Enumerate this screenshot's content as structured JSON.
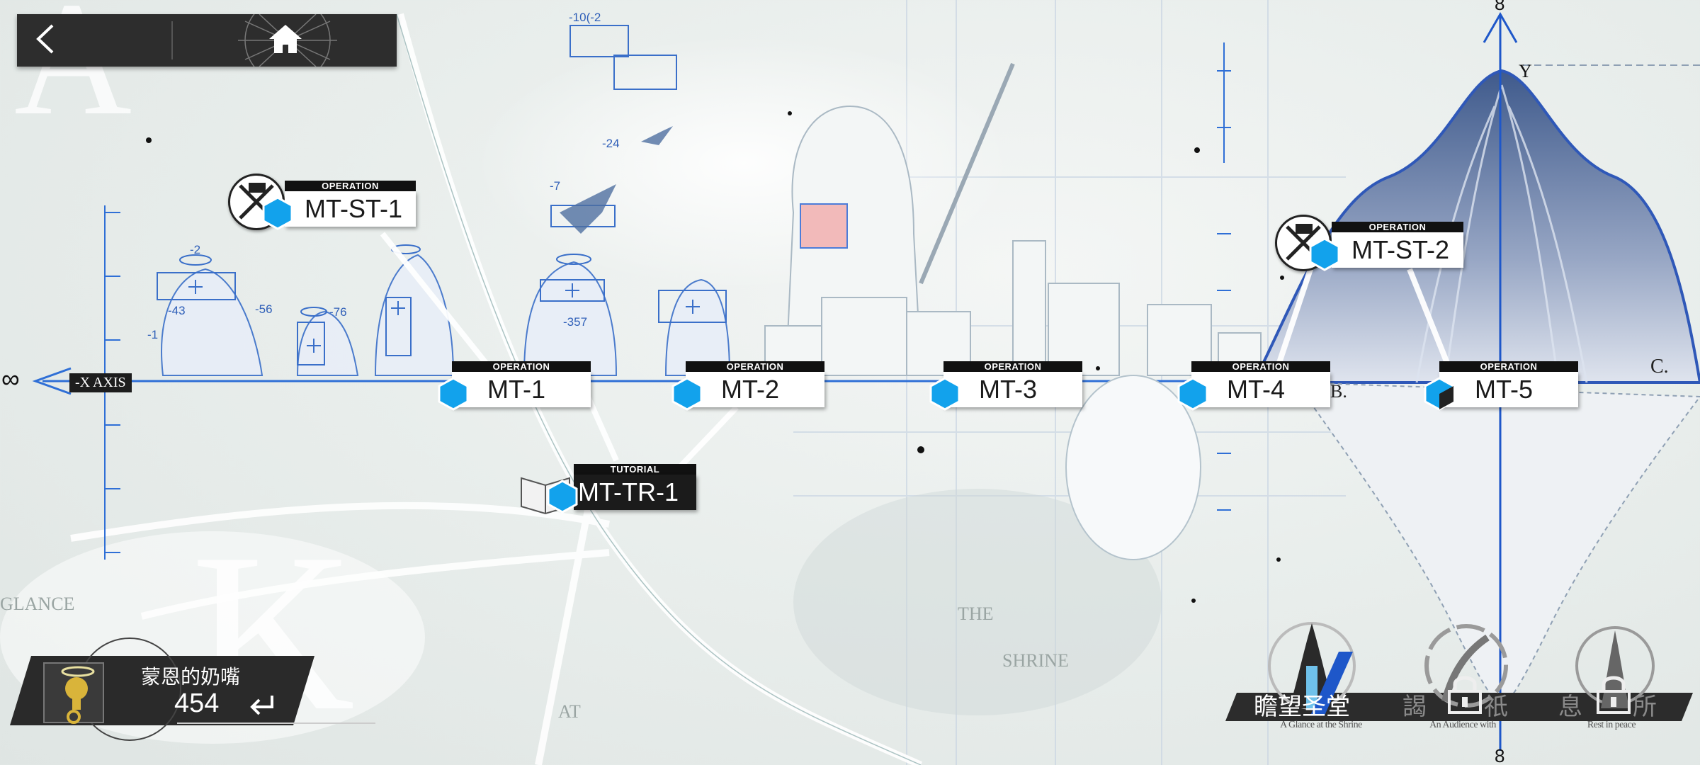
{
  "nav": {
    "back_icon": "chevron-left-icon",
    "home_icon": "home-icon"
  },
  "axis": {
    "x_label": "-X AXIS",
    "y_label": "Y",
    "infinity": "∞",
    "top_mark": "8",
    "bottom_mark": "8",
    "b_mark": "B.",
    "c_mark": "C."
  },
  "decor_text": {
    "glance": "GLANCE",
    "at": "AT",
    "the": "THE",
    "shrine": "SHRINE",
    "coord_labels": [
      "-10(-2",
      "-24",
      "-7",
      "-2",
      "-43",
      "-56",
      "-76",
      "-1",
      "-357"
    ]
  },
  "stages": [
    {
      "id": "mt-st-1",
      "code": "MT-ST-1",
      "tag": "OPERATION",
      "type": "story"
    },
    {
      "id": "mt-1",
      "code": "MT-1",
      "tag": "OPERATION",
      "type": "normal"
    },
    {
      "id": "mt-2",
      "code": "MT-2",
      "tag": "OPERATION",
      "type": "normal"
    },
    {
      "id": "mt-3",
      "code": "MT-3",
      "tag": "OPERATION",
      "type": "normal"
    },
    {
      "id": "mt-4",
      "code": "MT-4",
      "tag": "OPERATION",
      "type": "normal"
    },
    {
      "id": "mt-5",
      "code": "MT-5",
      "tag": "OPERATION",
      "type": "normal"
    },
    {
      "id": "mt-st-2",
      "code": "MT-ST-2",
      "tag": "OPERATION",
      "type": "story"
    },
    {
      "id": "mt-tr-1",
      "code": "MT-TR-1",
      "tag": "TUTORIAL",
      "type": "tutorial"
    }
  ],
  "currency": {
    "name": "蒙恩的奶嘴",
    "amount": "454",
    "icon": "pacifier-icon",
    "action_icon": "return-arrow-icon"
  },
  "episodes": [
    {
      "title": "瞻望圣堂",
      "subtitle": "A Glance at the Shrine",
      "locked": false,
      "icon": "shrine-icon"
    },
    {
      "title": "謁",
      "title_right": "祇",
      "subtitle": "An Audience with",
      "locked": true,
      "icon": "lock-icon"
    },
    {
      "title": "息",
      "title_right": "所",
      "subtitle": "Rest in peace",
      "locked": true,
      "icon": "lock-icon"
    }
  ],
  "colors": {
    "accent_blue": "#1e63d6",
    "hex_blue": "#12a2ec",
    "dark_panel": "#2d2d2d"
  }
}
